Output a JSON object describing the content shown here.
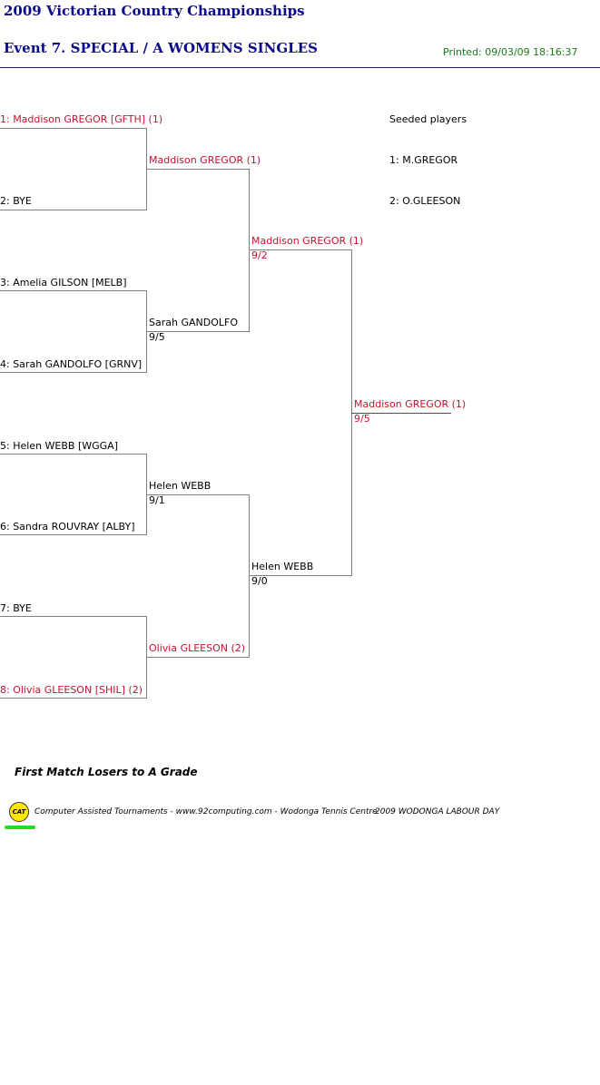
{
  "header": {
    "championship": "2009 Victorian Country Championships",
    "event": "Event 7. SPECIAL / A WOMENS SINGLES",
    "printed": "Printed: 09/03/09 18:16:37"
  },
  "round1": [
    {
      "label": "1: Maddison GREGOR [GFTH] (1)",
      "seeded": true
    },
    {
      "label": "2: BYE",
      "seeded": false
    },
    {
      "label": "3: Amelia GILSON [MELB]",
      "seeded": false
    },
    {
      "label": "4: Sarah GANDOLFO [GRNV]",
      "seeded": false
    },
    {
      "label": "5: Helen WEBB [WGGA]",
      "seeded": false
    },
    {
      "label": "6: Sandra ROUVRAY [ALBY]",
      "seeded": false
    },
    {
      "label": "7: BYE",
      "seeded": false
    },
    {
      "label": "8: Olivia GLEESON [SHIL] (2)",
      "seeded": true
    }
  ],
  "round2": [
    {
      "name": "Maddison GREGOR (1)",
      "score": "",
      "seeded": true
    },
    {
      "name": "Sarah GANDOLFO",
      "score": "9/5",
      "seeded": false
    },
    {
      "name": "Helen WEBB",
      "score": "9/1",
      "seeded": false
    },
    {
      "name": "Olivia GLEESON (2)",
      "score": "",
      "seeded": true
    }
  ],
  "semifinals": [
    {
      "name": "Maddison GREGOR (1)",
      "score": "9/2",
      "seeded": true
    },
    {
      "name": "Helen WEBB",
      "score": "9/0",
      "seeded": false
    }
  ],
  "final": {
    "name": "Maddison GREGOR (1)",
    "score": "9/5",
    "seeded": true
  },
  "seeded_players": {
    "heading": "Seeded players",
    "list": [
      "1: M.GREGOR",
      "2: O.GLEESON"
    ]
  },
  "note": "First Match Losers to A Grade",
  "footer": {
    "logo_text": "CAT",
    "credit": "Computer Assisted Tournaments - www.92computing.com -  Wodonga Tennis Centre",
    "event_name": "2009 WODONGA LABOUR DAY"
  },
  "colors": {
    "seeded": "#c8102e",
    "title": "#0a0a8a",
    "printed": "#1a7a1a",
    "lines": "#808080",
    "logo": "#ffe800",
    "logo_bar": "#22dd22"
  }
}
